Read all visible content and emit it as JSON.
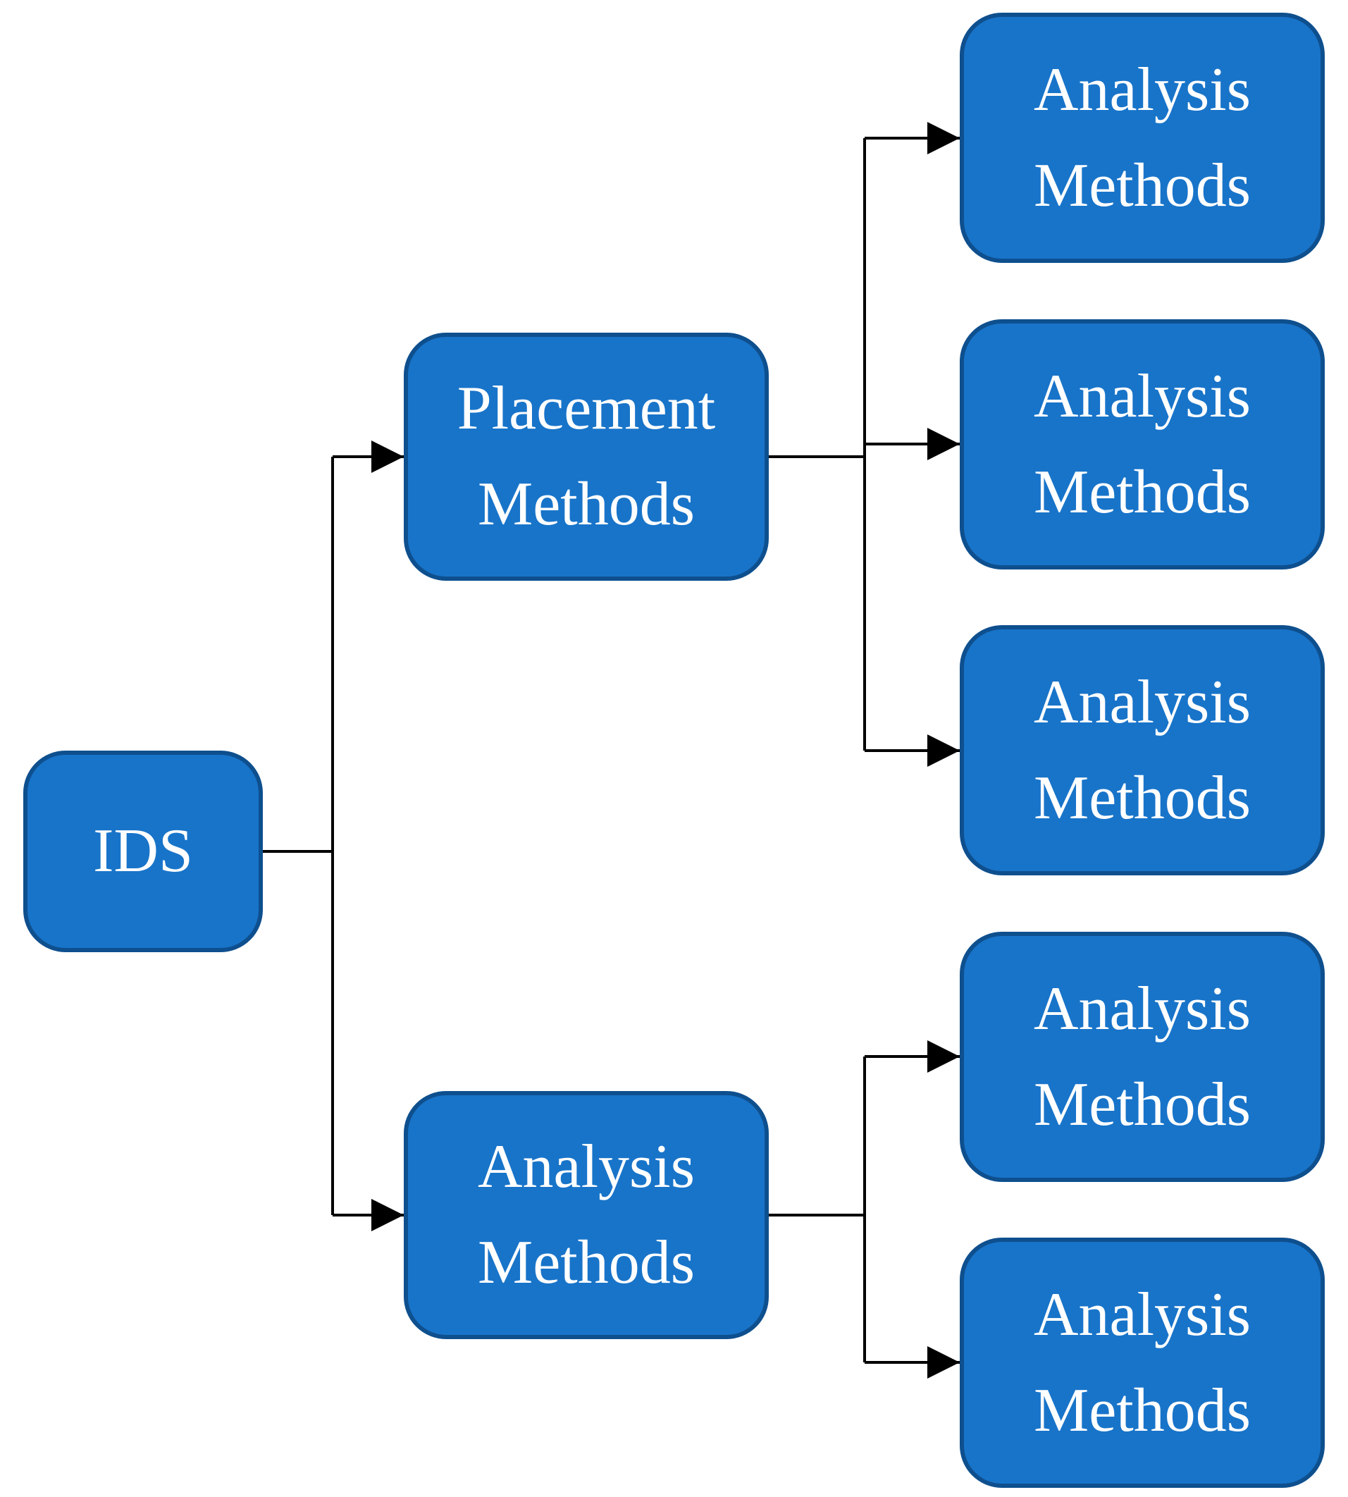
{
  "diagram": {
    "root": {
      "label": "IDS"
    },
    "level1": [
      {
        "line1": "Placement",
        "line2": "Methods"
      },
      {
        "line1": "Analysis",
        "line2": "Methods"
      }
    ],
    "level2": [
      {
        "line1": "Analysis",
        "line2": "Methods"
      },
      {
        "line1": "Analysis",
        "line2": "Methods"
      },
      {
        "line1": "Analysis",
        "line2": "Methods"
      },
      {
        "line1": "Analysis",
        "line2": "Methods"
      },
      {
        "line1": "Analysis",
        "line2": "Methods"
      }
    ],
    "colors": {
      "node_fill": "#1874c9",
      "node_border": "#0e4f8e",
      "text": "#ffffff",
      "connector": "#000000"
    }
  }
}
